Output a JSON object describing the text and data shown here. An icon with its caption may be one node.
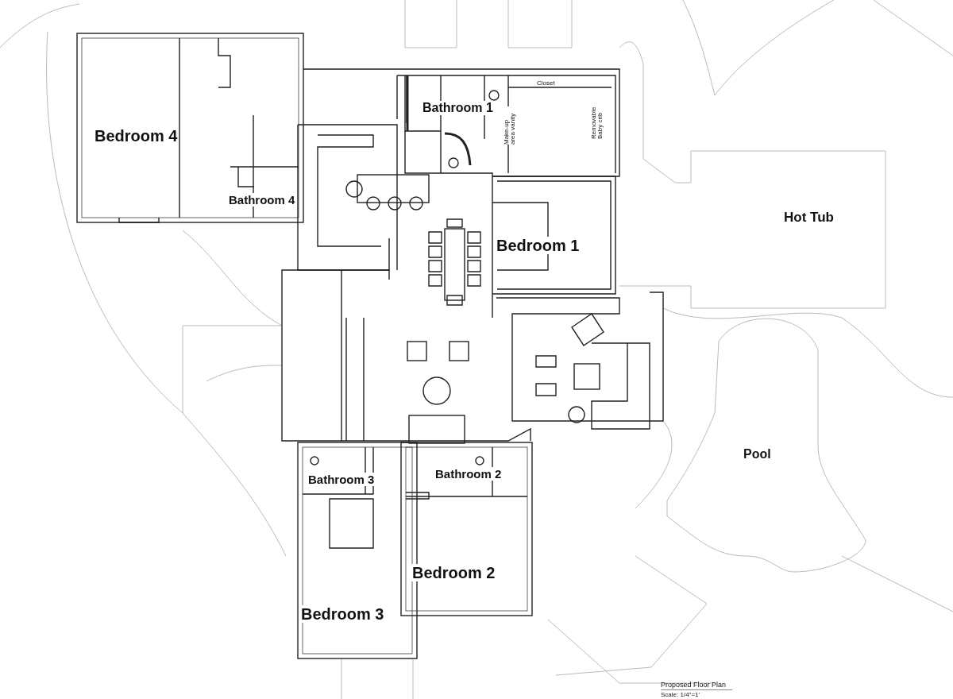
{
  "diagram": {
    "title": "Proposed Floor Plan",
    "caption": "Scale: 1/4\"=1'",
    "labels": [
      "Closet",
      "Bathroom 1",
      "Bedroom 4",
      "Make-up area vanity",
      "Removable Baby crib",
      "Bathroom 4",
      "Hot Tub",
      "Bedroom 1",
      "Pool",
      "Bathroom 2",
      "Bathroom 3",
      "Bedroom 2",
      "Bedroom 3"
    ]
  }
}
